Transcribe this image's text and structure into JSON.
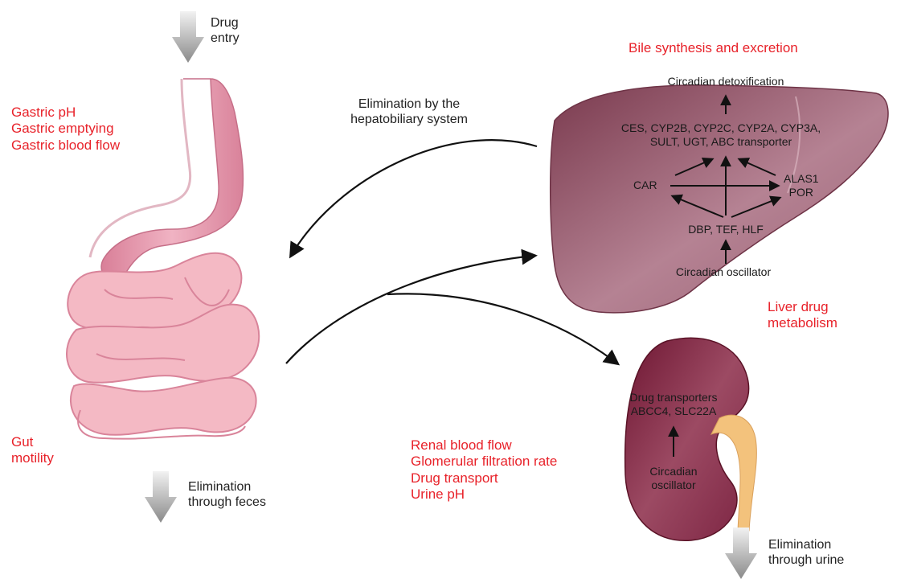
{
  "colors": {
    "red_label": "#e8222a",
    "stomach": "#e79bb0",
    "intestine": "#f4b9c4",
    "liver": "#a86a7c",
    "kidney": "#8c2c48",
    "ureter": "#f3c27c"
  },
  "drug_entry": "Drug\nentry",
  "gastric": [
    "Gastric pH",
    "Gastric emptying",
    "Gastric blood flow"
  ],
  "gut_motility": "Gut\nmotility",
  "elim_feces": "Elimination\nthrough feces",
  "hepatobiliary": "Elimination by the\nhepatobiliary system",
  "bile": "Bile synthesis and excretion",
  "liver": {
    "detox": "Circadian detoxification",
    "enzymes": "CES, CYP2B, CYP2C, CYP2A, CYP3A,\nSULT, UGT, ABC transporter",
    "car": "CAR",
    "alas": "ALAS1\nPOR",
    "dbp": "DBP, TEF, HLF",
    "oscillator": "Circadian oscillator"
  },
  "liver_metabolism": "Liver drug\nmetabolism",
  "kidney": {
    "transporters": "Drug transporters\nABCC4, SLC22A",
    "oscillator": "Circadian\noscillator"
  },
  "renal": [
    "Renal blood flow",
    "Glomerular filtration rate",
    "Drug transport",
    "Urine pH"
  ],
  "elim_urine": "Elimination\nthrough urine"
}
